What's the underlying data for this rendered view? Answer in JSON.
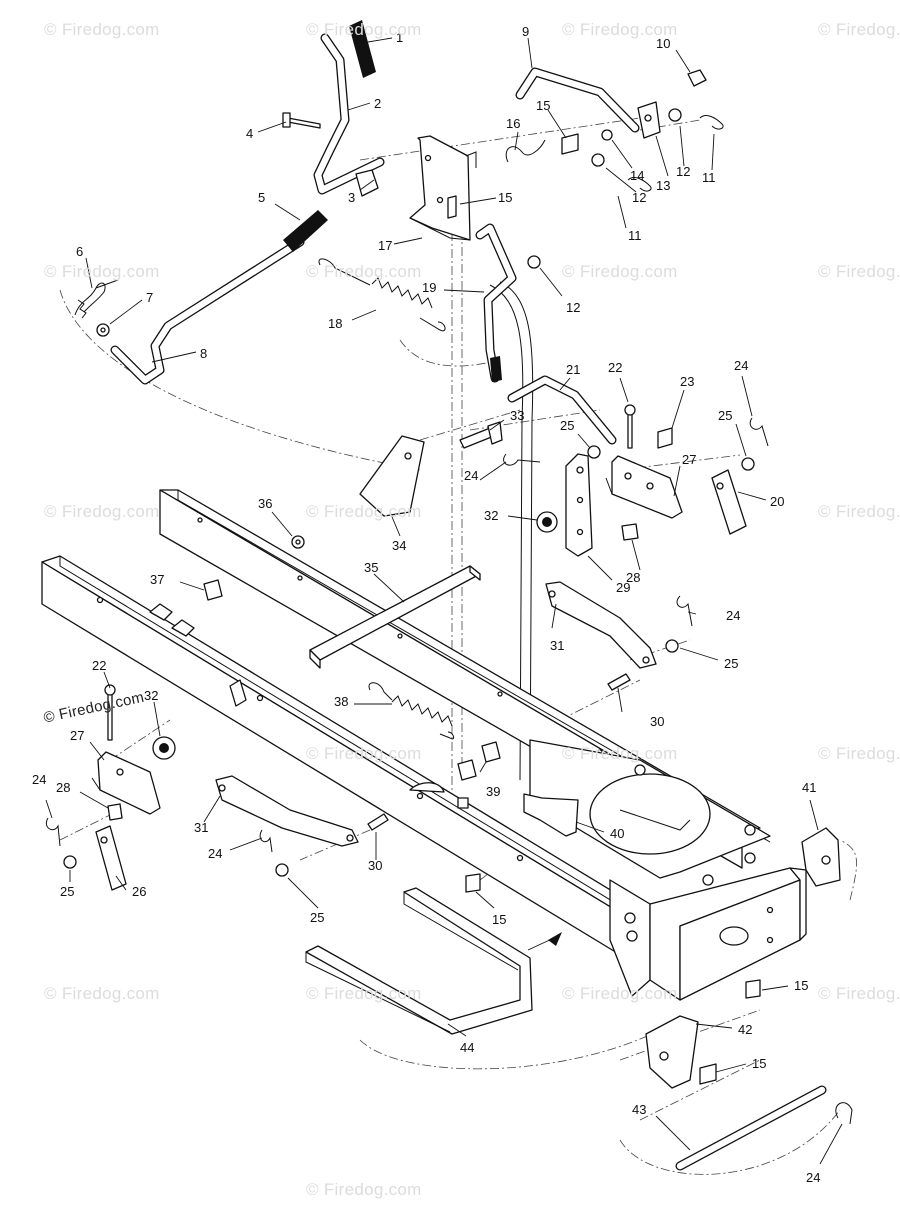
{
  "watermark": {
    "text": "© Firedog.com",
    "color": "#dcdcdc"
  },
  "callouts": [
    {
      "id": "c1",
      "label": "1"
    },
    {
      "id": "c2",
      "label": "2"
    },
    {
      "id": "c3",
      "label": "3"
    },
    {
      "id": "c4",
      "label": "4"
    },
    {
      "id": "c5",
      "label": "5"
    },
    {
      "id": "c6",
      "label": "6"
    },
    {
      "id": "c7",
      "label": "7"
    },
    {
      "id": "c8",
      "label": "8"
    },
    {
      "id": "c9",
      "label": "9"
    },
    {
      "id": "c10",
      "label": "10"
    },
    {
      "id": "c11a",
      "label": "11"
    },
    {
      "id": "c11b",
      "label": "11"
    },
    {
      "id": "c12a",
      "label": "12"
    },
    {
      "id": "c12b",
      "label": "12"
    },
    {
      "id": "c12c",
      "label": "12"
    },
    {
      "id": "c13",
      "label": "13"
    },
    {
      "id": "c14",
      "label": "14"
    },
    {
      "id": "c15a",
      "label": "15"
    },
    {
      "id": "c15b",
      "label": "15"
    },
    {
      "id": "c15c",
      "label": "15"
    },
    {
      "id": "c15d",
      "label": "15"
    },
    {
      "id": "c15e",
      "label": "15"
    },
    {
      "id": "c16",
      "label": "16"
    },
    {
      "id": "c17",
      "label": "17"
    },
    {
      "id": "c18",
      "label": "18"
    },
    {
      "id": "c19",
      "label": "19"
    },
    {
      "id": "c20",
      "label": "20"
    },
    {
      "id": "c21",
      "label": "21"
    },
    {
      "id": "c22a",
      "label": "22"
    },
    {
      "id": "c22b",
      "label": "22"
    },
    {
      "id": "c23",
      "label": "23"
    },
    {
      "id": "c24a",
      "label": "24"
    },
    {
      "id": "c24b",
      "label": "24"
    },
    {
      "id": "c24c",
      "label": "24"
    },
    {
      "id": "c24d",
      "label": "24"
    },
    {
      "id": "c24e",
      "label": "24"
    },
    {
      "id": "c24f",
      "label": "24"
    },
    {
      "id": "c25a",
      "label": "25"
    },
    {
      "id": "c25b",
      "label": "25"
    },
    {
      "id": "c25c",
      "label": "25"
    },
    {
      "id": "c25d",
      "label": "25"
    },
    {
      "id": "c25e",
      "label": "25"
    },
    {
      "id": "c26",
      "label": "26"
    },
    {
      "id": "c27a",
      "label": "27"
    },
    {
      "id": "c27b",
      "label": "27"
    },
    {
      "id": "c28a",
      "label": "28"
    },
    {
      "id": "c28b",
      "label": "28"
    },
    {
      "id": "c29",
      "label": "29"
    },
    {
      "id": "c30a",
      "label": "30"
    },
    {
      "id": "c30b",
      "label": "30"
    },
    {
      "id": "c31a",
      "label": "31"
    },
    {
      "id": "c31b",
      "label": "31"
    },
    {
      "id": "c32a",
      "label": "32"
    },
    {
      "id": "c32b",
      "label": "32"
    },
    {
      "id": "c33",
      "label": "33"
    },
    {
      "id": "c34",
      "label": "34"
    },
    {
      "id": "c35",
      "label": "35"
    },
    {
      "id": "c36",
      "label": "36"
    },
    {
      "id": "c37",
      "label": "37"
    },
    {
      "id": "c38",
      "label": "38"
    },
    {
      "id": "c39",
      "label": "39"
    },
    {
      "id": "c40",
      "label": "40"
    },
    {
      "id": "c41",
      "label": "41"
    },
    {
      "id": "c42",
      "label": "42"
    },
    {
      "id": "c43",
      "label": "43"
    },
    {
      "id": "c44",
      "label": "44"
    }
  ]
}
